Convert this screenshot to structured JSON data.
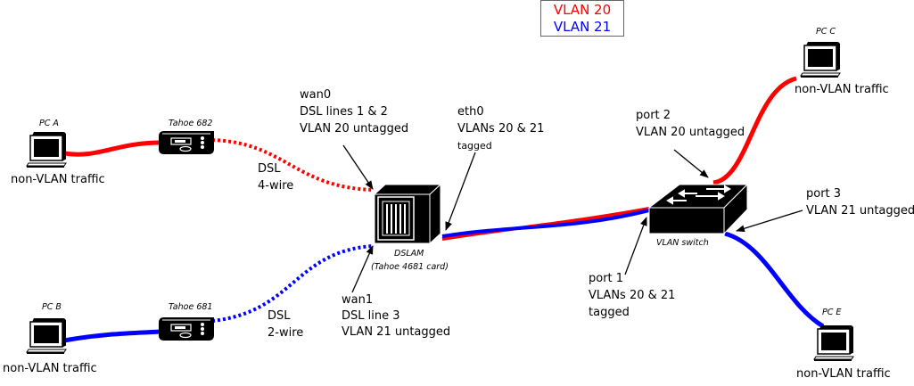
{
  "legend": {
    "items": [
      {
        "label": "VLAN 20",
        "color": "#ff0000"
      },
      {
        "label": "VLAN 21",
        "color": "#0000ff"
      }
    ]
  },
  "devices": {
    "pc_a": {
      "name": "PC A",
      "traffic": "non-VLAN traffic"
    },
    "pc_b": {
      "name": "PC B",
      "traffic": "non-VLAN traffic"
    },
    "pc_c": {
      "name": "PC C",
      "traffic": "non-VLAN traffic"
    },
    "pc_e": {
      "name": "PC E",
      "traffic": "non-VLAN traffic"
    },
    "modem_a": {
      "name": "Tahoe 682"
    },
    "modem_b": {
      "name": "Tahoe 681"
    },
    "dslam": {
      "name": "DSLAM",
      "card": "(Tahoe 4681 card)"
    },
    "switch": {
      "name": "VLAN switch"
    }
  },
  "links": {
    "dsl_4wire": {
      "line1": "DSL",
      "line2": "4-wire"
    },
    "dsl_2wire": {
      "line1": "DSL",
      "line2": "2-wire"
    }
  },
  "annotations": {
    "wan0": {
      "line1": "wan0",
      "line2": "DSL lines 1 & 2",
      "line3": "VLAN 20 untagged"
    },
    "wan1": {
      "line1": "wan1",
      "line2": "DSL line 3",
      "line3": "VLAN 21 untagged"
    },
    "eth0": {
      "line1": "eth0",
      "line2": "VLANs 20 & 21",
      "line3": "tagged"
    },
    "port1": {
      "line1": "port 1",
      "line2": "VLANs 20 & 21",
      "line3": "tagged"
    },
    "port2": {
      "line1": "port 2",
      "line2": "VLAN 20 untagged"
    },
    "port3": {
      "line1": "port 3",
      "line2": "VLAN 21 untagged"
    }
  },
  "colors": {
    "vlan20": "#ff0000",
    "vlan21": "#0000ff"
  }
}
